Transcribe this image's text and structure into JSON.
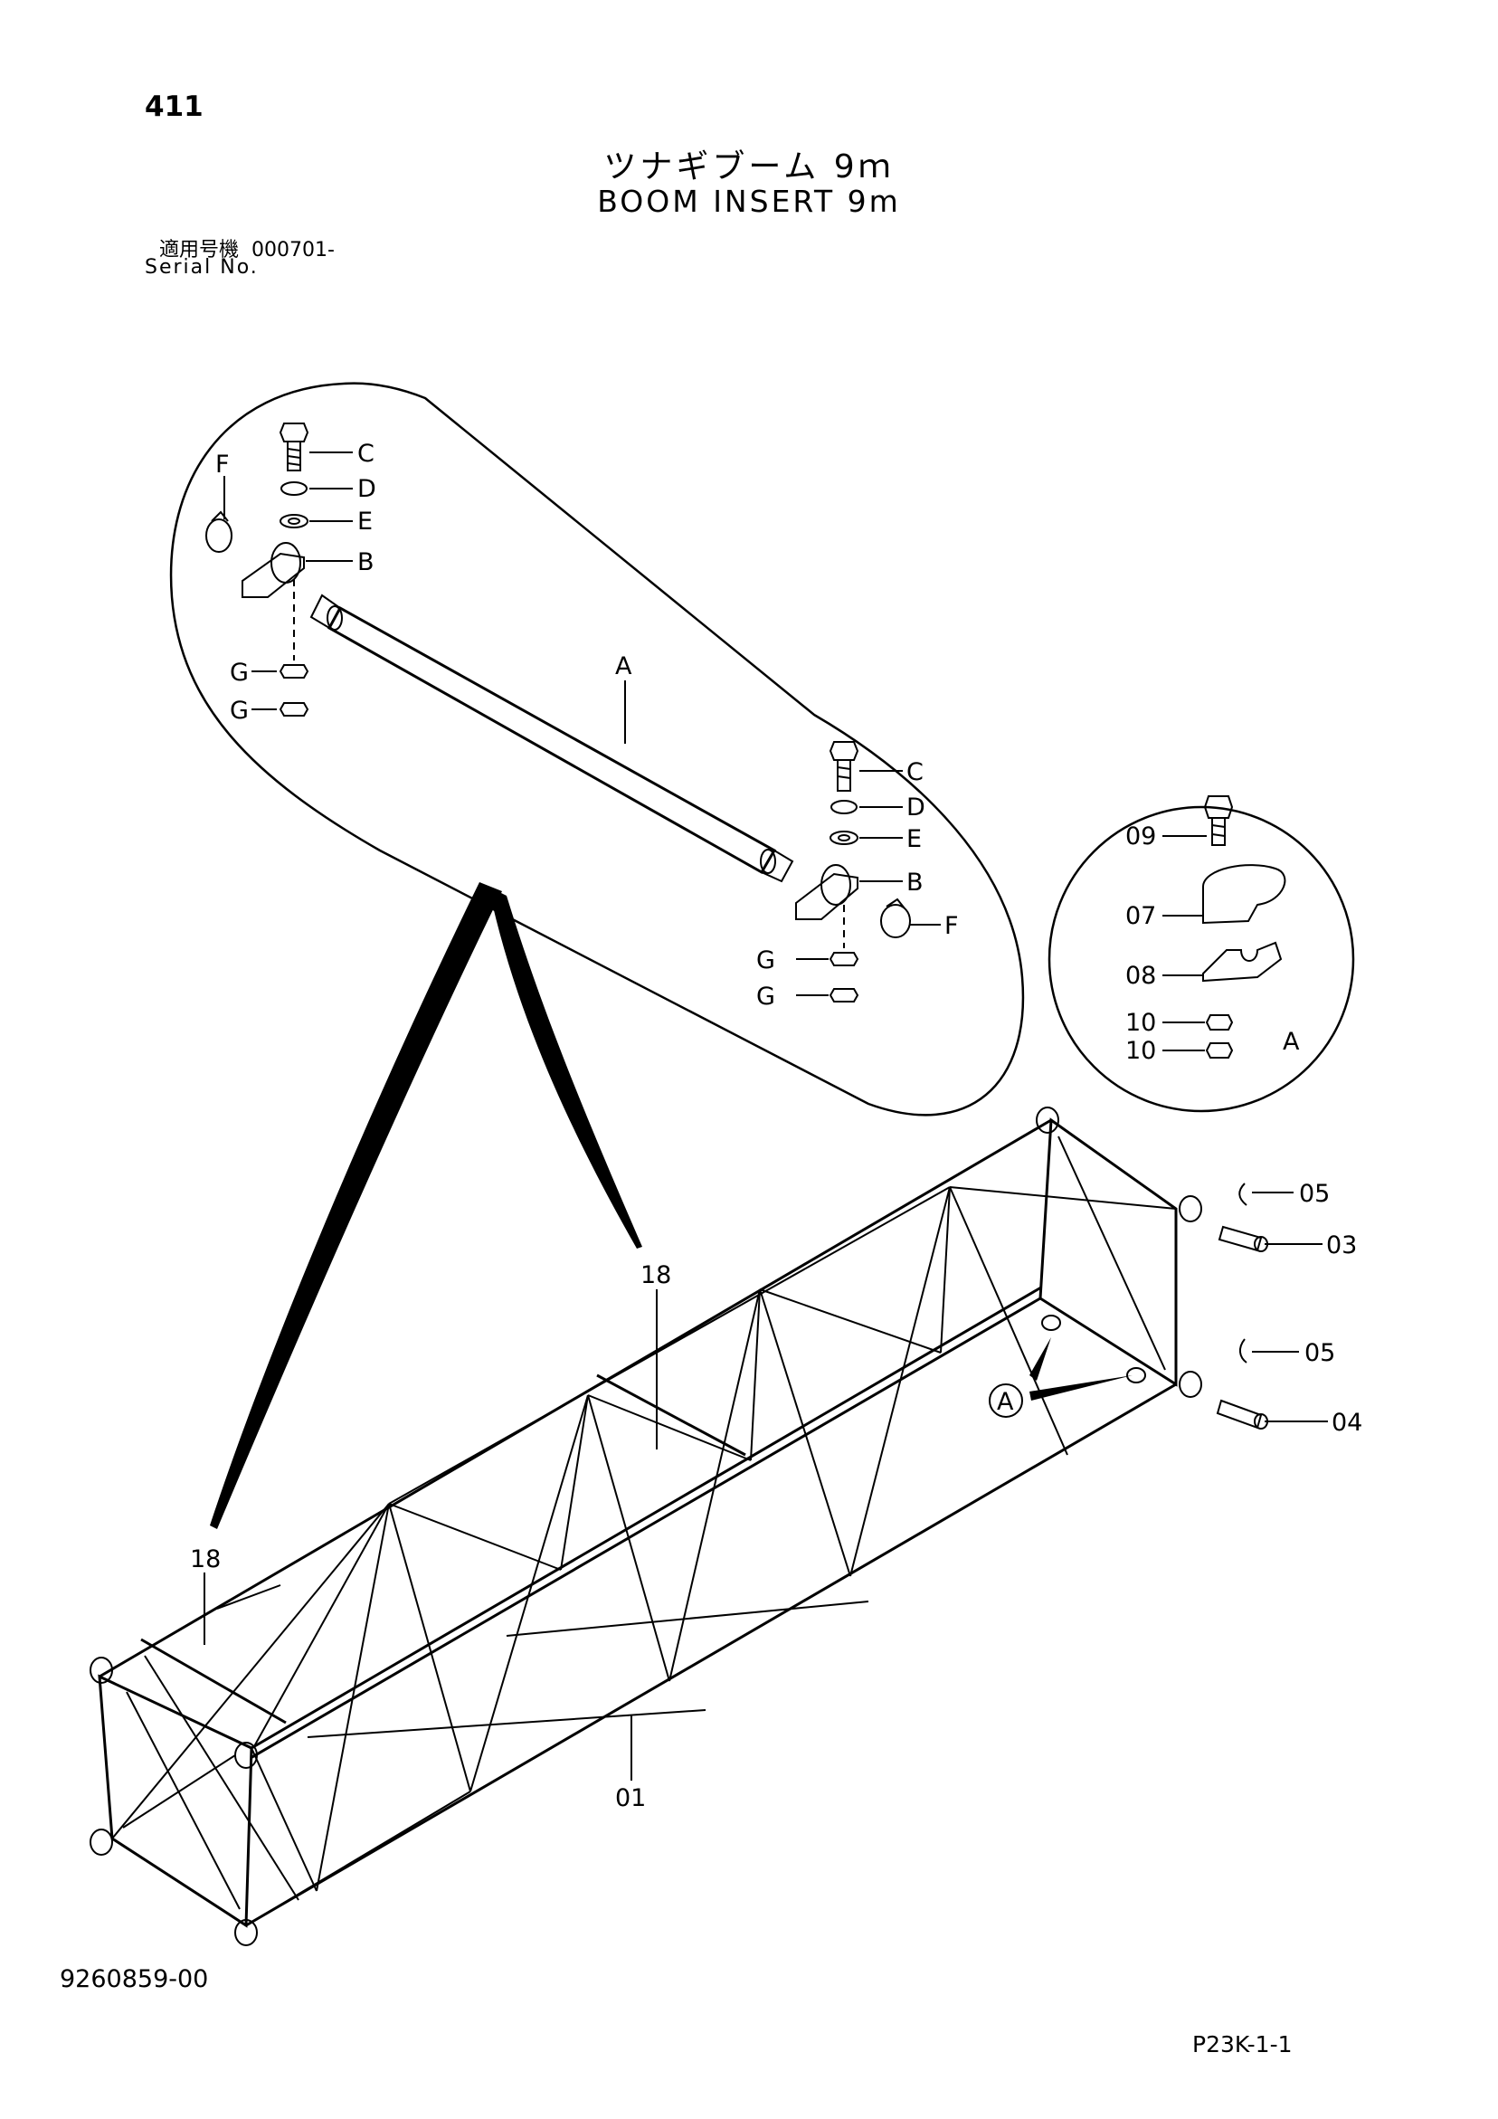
{
  "header": {
    "page_number": "411",
    "title_jp": "ツナギブーム 9ｍ",
    "title_en": "BOOM INSERT 9m",
    "serial_label_jp": "適用号機",
    "serial_value": "000701-",
    "serial_label_en": "Serial No."
  },
  "detail_pin": {
    "labels": [
      "A",
      "B",
      "C",
      "D",
      "E",
      "F",
      "G"
    ]
  },
  "detail_clamp": {
    "labels": [
      "09",
      "07",
      "08",
      "10",
      "10",
      "A"
    ]
  },
  "main": {
    "labels": [
      "18",
      "18",
      "01",
      "05",
      "03",
      "05",
      "04",
      "A"
    ]
  },
  "footer": {
    "doc_number": "9260859-00",
    "page_ref": "P23K-1-1"
  }
}
